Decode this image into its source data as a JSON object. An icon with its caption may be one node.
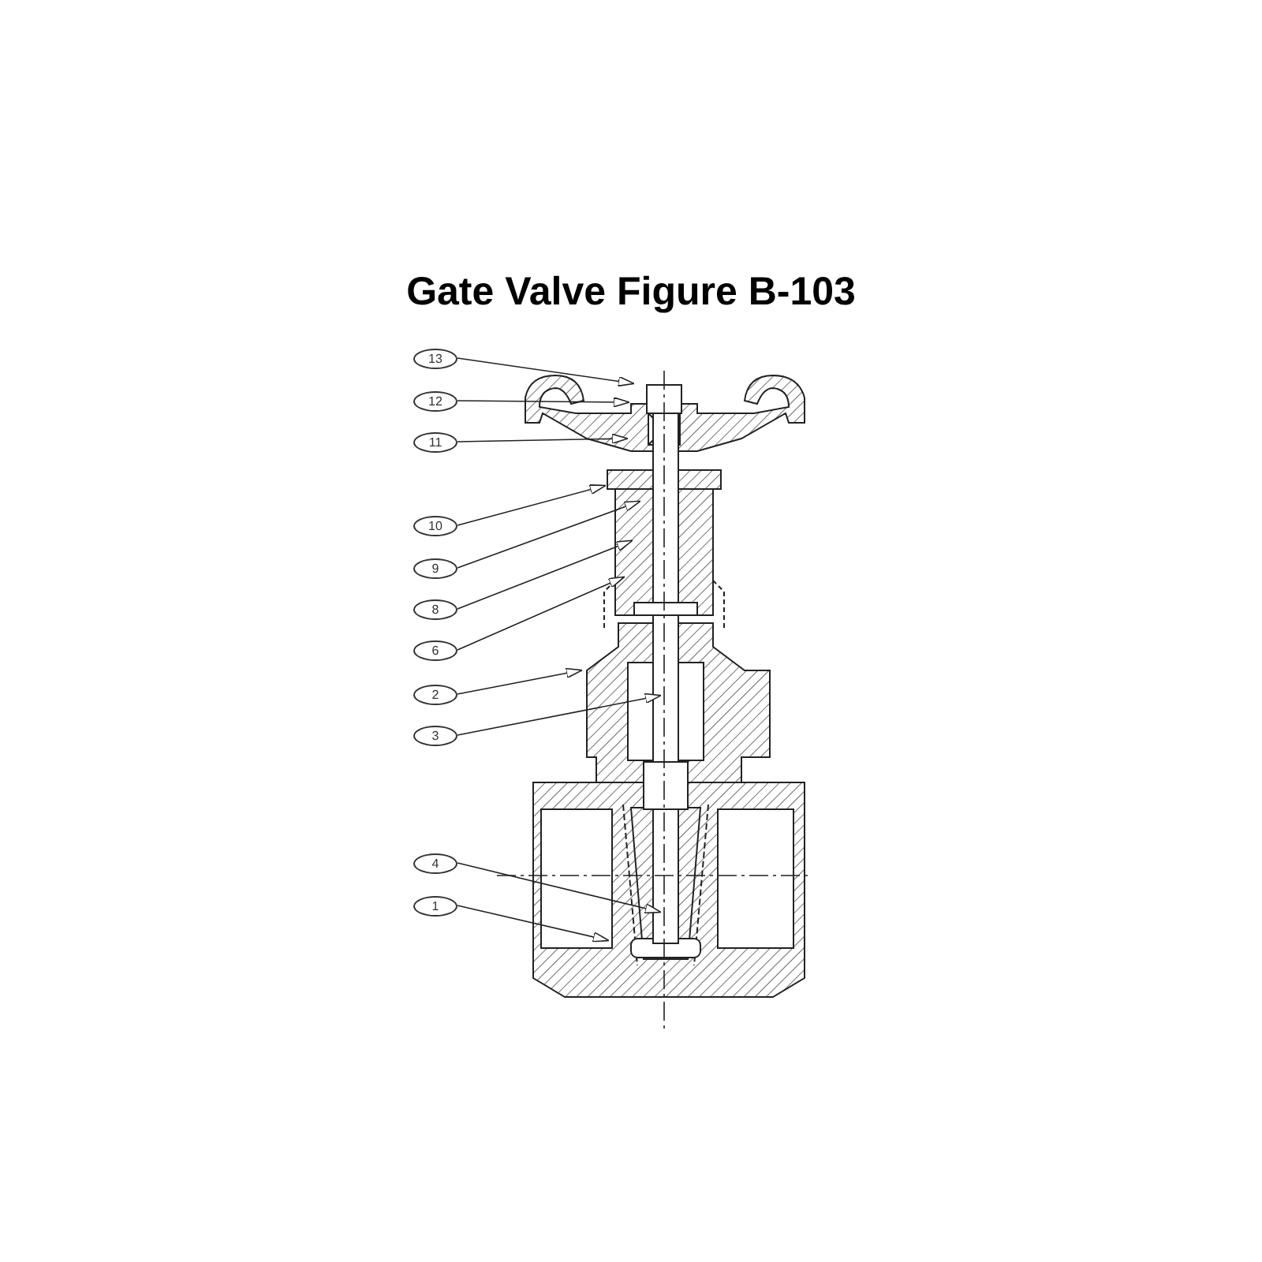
{
  "diagram": {
    "title": "Gate Valve Figure B-103",
    "nodes": [
      {
        "text": [
          "13"
        ]
      },
      {
        "text": [
          "12"
        ]
      },
      {
        "text": [
          "11"
        ]
      },
      {
        "text": [
          "10"
        ]
      },
      {
        "text": [
          "9"
        ]
      },
      {
        "text": [
          "8"
        ]
      },
      {
        "text": [
          "6"
        ]
      },
      {
        "text": [
          "2"
        ]
      },
      {
        "text": [
          "3"
        ]
      },
      {
        "text": [
          "4"
        ]
      },
      {
        "text": [
          "1"
        ]
      }
    ],
    "edges": [
      {
        "from": 0,
        "to": null,
        "arrow": "to"
      },
      {
        "from": 1,
        "to": null,
        "arrow": "to"
      },
      {
        "from": 2,
        "to": null,
        "arrow": "to"
      },
      {
        "from": 3,
        "to": null,
        "arrow": "to"
      },
      {
        "from": 4,
        "to": null,
        "arrow": "to"
      },
      {
        "from": 5,
        "to": null,
        "arrow": "to"
      },
      {
        "from": 6,
        "to": null,
        "arrow": "to"
      },
      {
        "from": 7,
        "to": null,
        "arrow": "to"
      },
      {
        "from": 8,
        "to": null,
        "arrow": "to"
      },
      {
        "from": 9,
        "to": null,
        "arrow": "to"
      },
      {
        "from": 10,
        "to": null,
        "arrow": "to"
      }
    ]
  }
}
